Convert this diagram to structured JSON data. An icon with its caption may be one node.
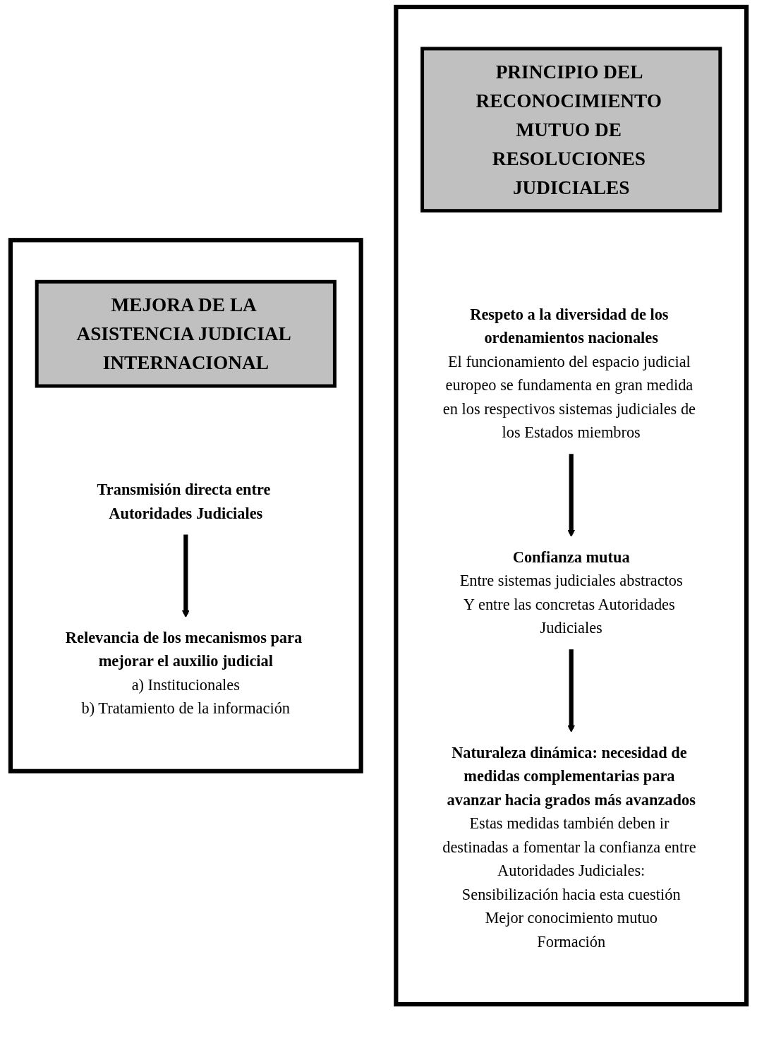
{
  "diagram": {
    "nodes": [
      {
        "text": [],
        "shape": "box"
      },
      {
        "text": [
          "PRINCIPIO DEL RECONOCIMIENTO MUTUO DE RESOLUCIONES JUDICIALES"
        ],
        "in": 0
      },
      {
        "text": [
          "Respeto a la diversidad de los ordenamientos nacionales",
          "El funcionamiento del espacio judicial europeo se fundamenta en gran medida en los respectivos sistemas judiciales de los Estados miembros"
        ],
        "in": 0
      },
      {
        "text": [
          "Confianza mutua",
          "Entre sistemas judiciales abstractos",
          "Y entre las concretas Autoridades Judiciales"
        ],
        "in": 0
      },
      {
        "text": [
          "Naturaleza dinámica: necesidad de medidas complementarias para avanzar hacia grados más avanzados",
          "Estas medidas también deben ir destinadas a fomentar la confianza entre Autoridades Judiciales:",
          "Sensibilización hacia esta cuestión",
          "Mejor conocimiento mutuo",
          "Formación"
        ],
        "in": 0
      },
      {
        "text": [],
        "shape": "box"
      },
      {
        "text": [
          "MEJORA DE LA ASISTENCIA JUDICIAL INTERNACIONAL"
        ],
        "in": 5
      },
      {
        "text": [
          "Transmisión directa entre Autoridades Judiciales"
        ],
        "in": 5
      },
      {
        "text": [
          "Relevancia de los mecanismos para mejorar el auxilio judicial",
          "a) Institucionales",
          "b) Tratamiento de la información"
        ],
        "in": 5
      }
    ],
    "edges": [
      {
        "from": 2,
        "to": 3,
        "arrow": "to"
      },
      {
        "from": 3,
        "to": 4,
        "arrow": "to"
      },
      {
        "from": 7,
        "to": 8,
        "arrow": "to"
      }
    ]
  }
}
